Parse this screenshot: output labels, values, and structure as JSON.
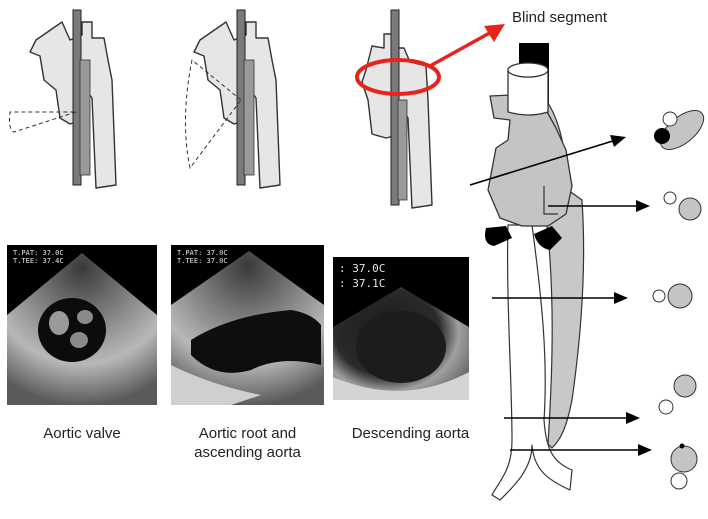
{
  "callout": {
    "label": "Blind segment"
  },
  "panels": [
    {
      "caption": "Aortic valve",
      "readout": "T.PAT: 37.0C\nT.TEE: 37.4C"
    },
    {
      "caption": "Aortic root and\nascending aorta",
      "readout": "T.PAT: 37.0C\nT.TEE: 37.0C"
    },
    {
      "caption": "Descending aorta",
      "readout": ": 37.0C\n: 37.1C"
    }
  ],
  "colors": {
    "vessel_fill": "#dcdcdc",
    "probe": "#555555",
    "highlight": "#e8231c",
    "ultrasound": "#9a9a9a"
  }
}
